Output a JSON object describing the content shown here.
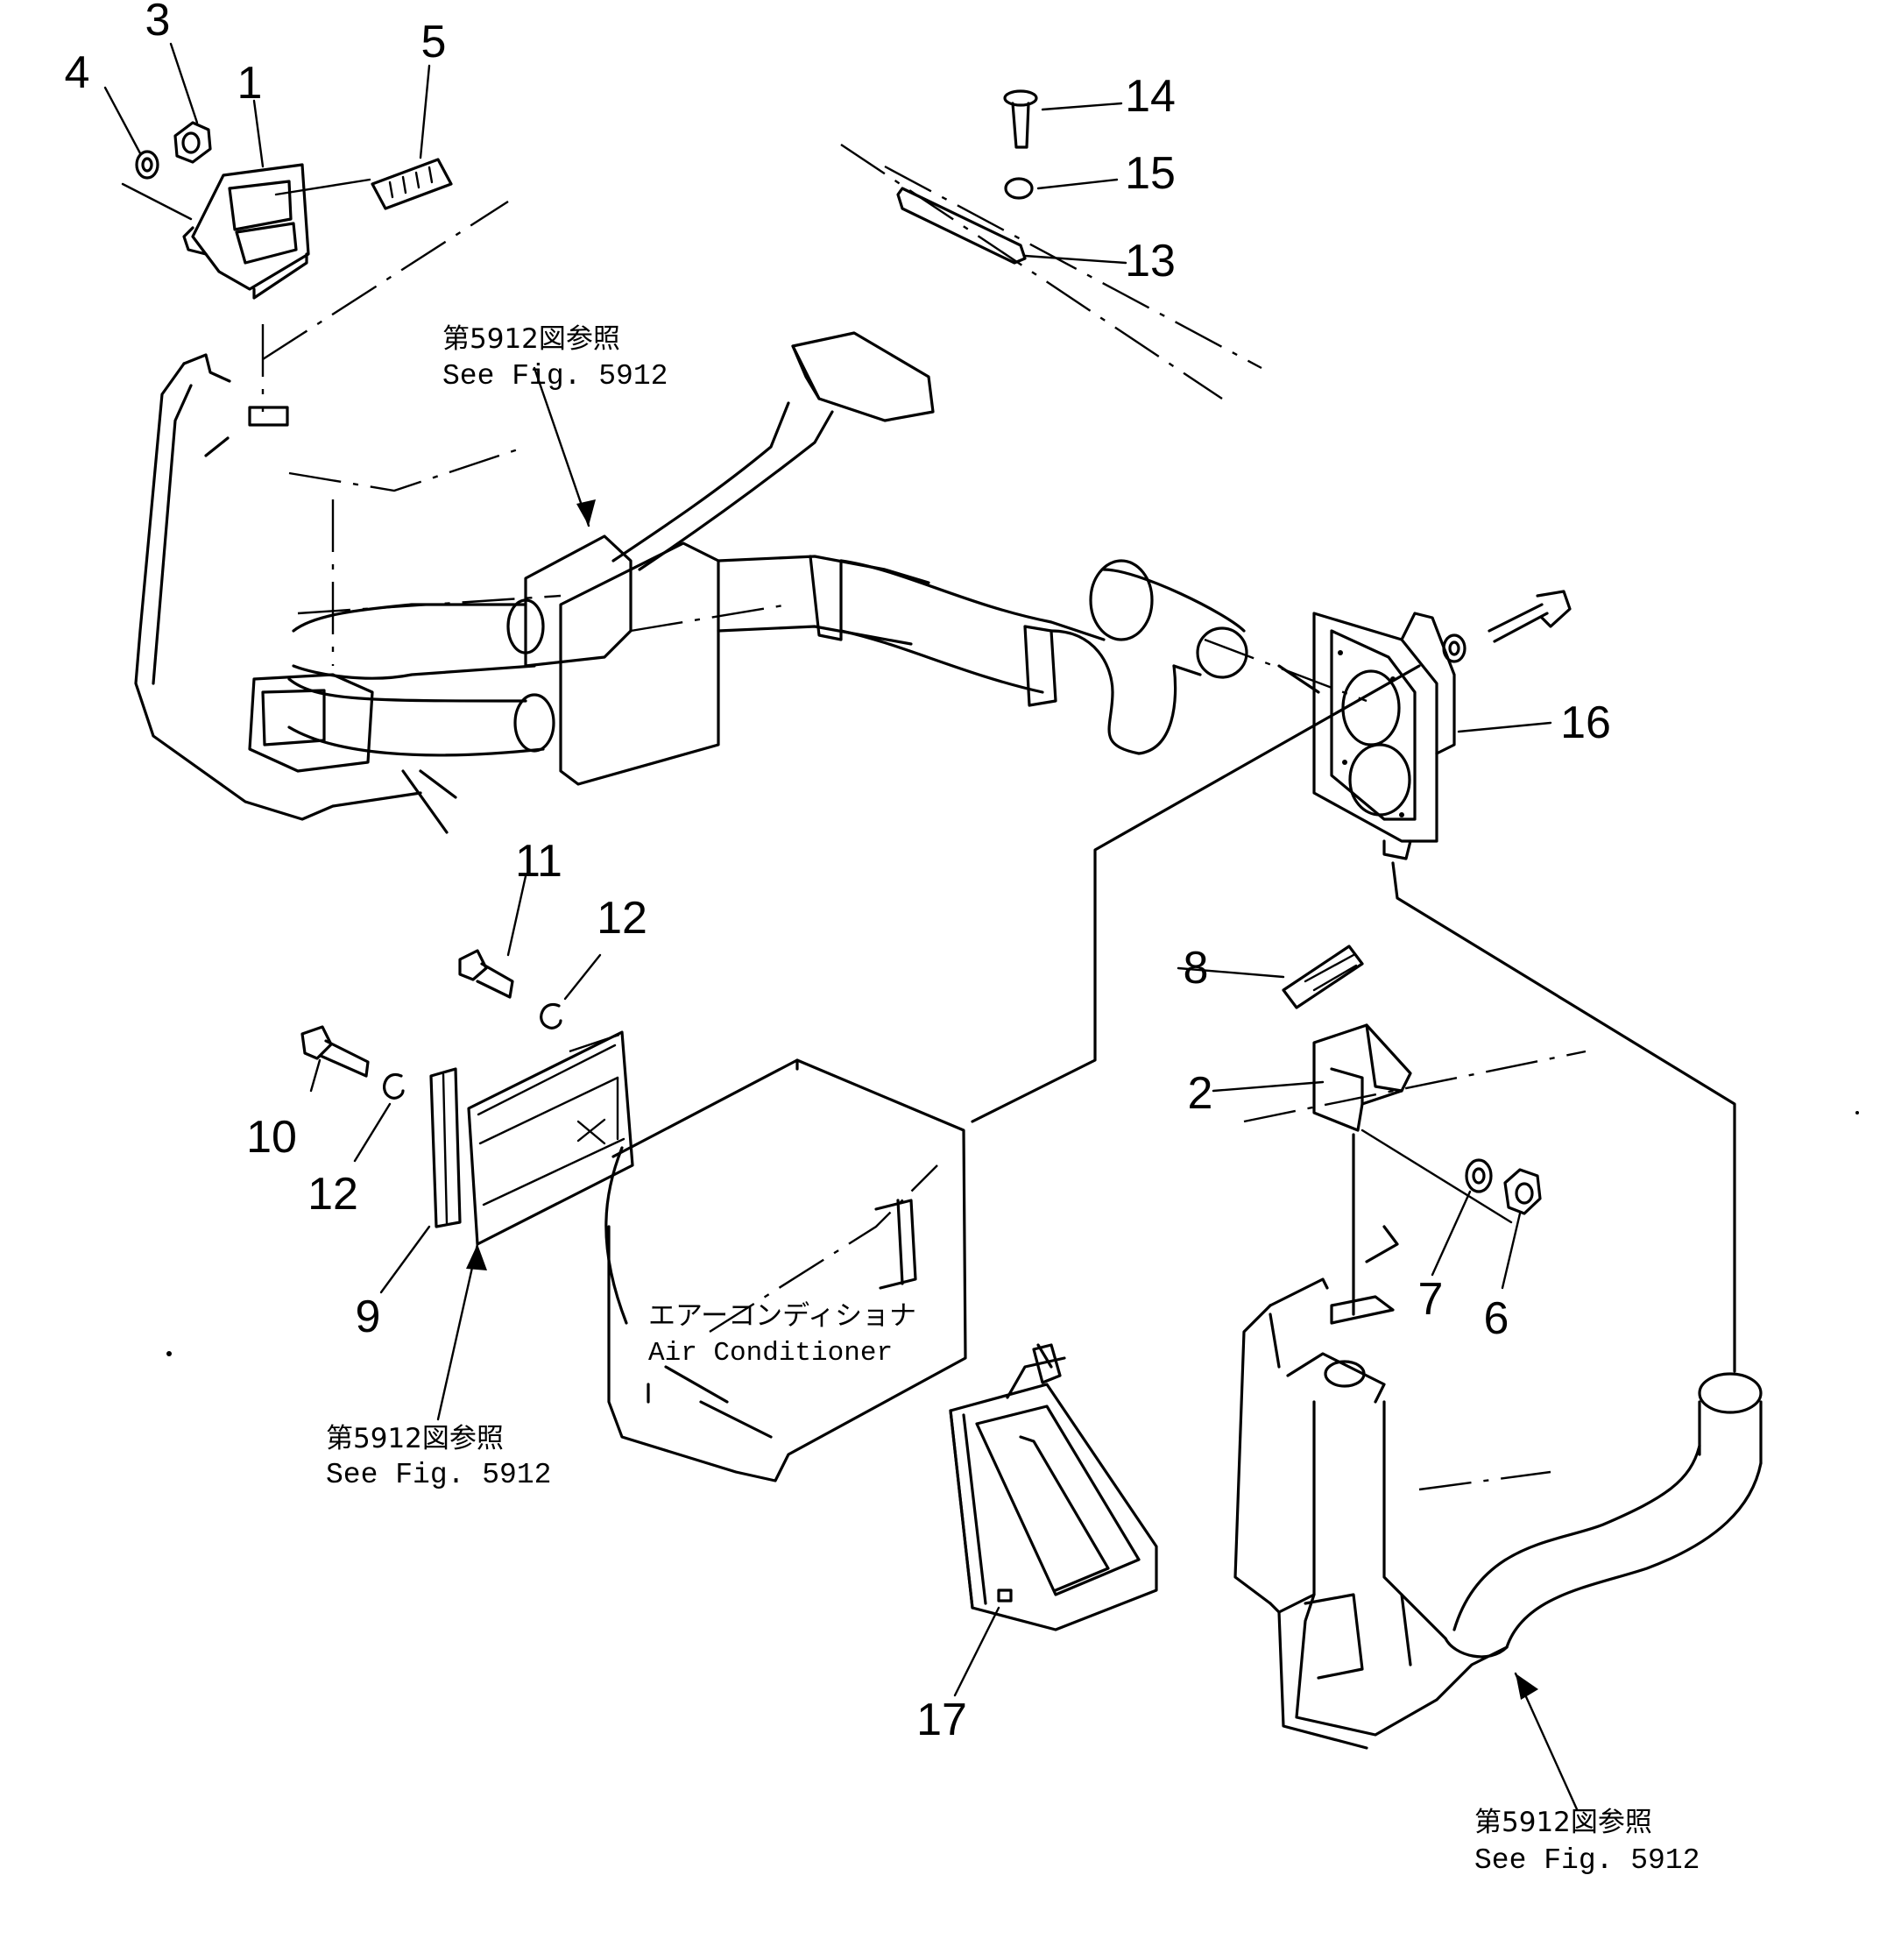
{
  "callouts": [
    {
      "id": "1",
      "label": "1"
    },
    {
      "id": "2",
      "label": "2"
    },
    {
      "id": "3",
      "label": "3"
    },
    {
      "id": "4",
      "label": "4"
    },
    {
      "id": "5",
      "label": "5"
    },
    {
      "id": "6",
      "label": "6"
    },
    {
      "id": "7",
      "label": "7"
    },
    {
      "id": "8",
      "label": "8"
    },
    {
      "id": "9",
      "label": "9"
    },
    {
      "id": "10",
      "label": "10"
    },
    {
      "id": "11",
      "label": "11"
    },
    {
      "id": "12a",
      "label": "12"
    },
    {
      "id": "12b",
      "label": "12"
    },
    {
      "id": "13",
      "label": "13"
    },
    {
      "id": "14",
      "label": "14"
    },
    {
      "id": "15",
      "label": "15"
    },
    {
      "id": "16",
      "label": "16"
    },
    {
      "id": "17",
      "label": "17"
    }
  ],
  "references": [
    {
      "ja": "第5912図参照",
      "en": "See  Fig. 5912"
    },
    {
      "ja": "第5912図参照",
      "en": "See  Fig. 5912"
    },
    {
      "ja": "第5912図参照",
      "en": "See  Fig. 5912"
    }
  ],
  "air_conditioner": {
    "ja": "エアーコンディショナ",
    "en": "Air  Conditioner"
  }
}
